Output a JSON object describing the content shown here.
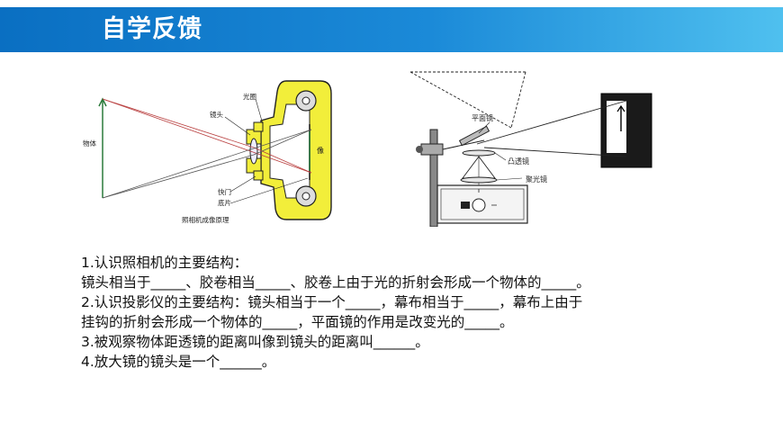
{
  "header": {
    "title": "自学反馈"
  },
  "colors": {
    "banner_start": "#0a6fc2",
    "banner_end": "#4fc0ef",
    "camera_body": "#f2ee3a"
  },
  "camera_figure": {
    "labels": {
      "aperture": "光圈",
      "lens": "镜头",
      "object": "物体",
      "image": "像",
      "shutter": "快门",
      "film": "底片",
      "caption": "照相机成像原理"
    }
  },
  "projector_figure": {
    "labels": {
      "mirror": "平面镜",
      "convex_lens": "凸透镜",
      "condenser": "聚光镜"
    }
  },
  "questions": [
    "1.认识照相机的主要结构：",
    "镜头相当于_____、胶卷相当_____、胶卷上由于光的折射会形成一个物体的_____。",
    "2.认识投影仪的主要结构：镜头相当于一个_____，幕布相当于_____，幕布上由于",
    "挂钩的折射会形成一个物体的_____，平面镜的作用是改变光的_____。",
    "3.被观察物体距透镜的距离叫像到镜头的距离叫______。",
    "4.放大镜的镜头是一个______。"
  ]
}
